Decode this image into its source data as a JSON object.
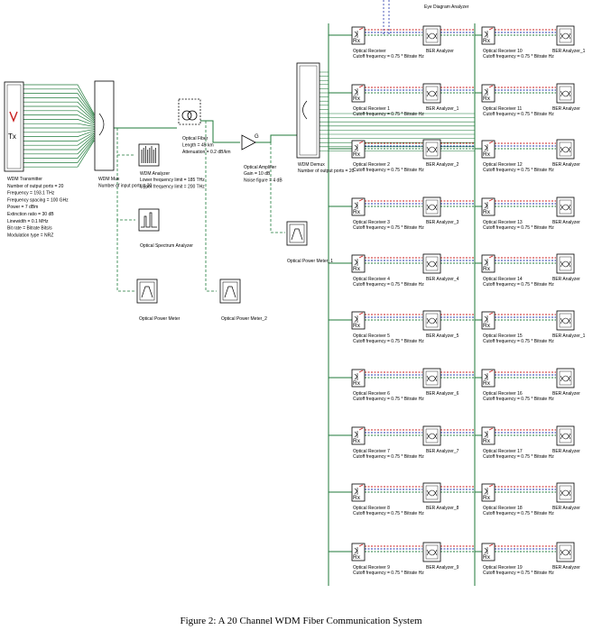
{
  "caption": "Figure  2: A 20 Channel WDM Fiber Communication System",
  "colors": {
    "signal": "#1f7a3a",
    "electrical_red": "#c81e1e",
    "electrical_blue": "#2233aa",
    "monitor": "#1f7a3a",
    "component_fill": "#ffffff",
    "component_border": "#000000"
  },
  "top_partial_label": "Eye Diagram Analyzer",
  "transmitter": {
    "icon_label": "Tx",
    "lines": [
      "WDM Transmitter",
      "Number of output ports = 20",
      "Frequency = 193.1  THz",
      "Frequency spacing = 100 GHz",
      "Power = 7  dBm",
      "Extinction ratio = 30  dB",
      "Linewidth = 0.1  MHz",
      "Bit rate = Bitrate  Bits/s",
      "Modulation type = NRZ"
    ]
  },
  "mux": {
    "lines": [
      "WDM Mux",
      "Number of input ports = 20"
    ]
  },
  "fiber": {
    "lines": [
      "Optical Fiber",
      "Length = 45  km",
      "Attenuation = 0.2  dB/km"
    ]
  },
  "amplifier": {
    "icon_label": "G",
    "lines": [
      "Optical Amplifier",
      "Gain = 10  dB",
      "Noise figure = 4  dB"
    ]
  },
  "wdm_analyzer": {
    "lines": [
      "WDM Analyzer",
      "Lower frequency limit = 185  THz",
      "Upper frequency limit = 200  THz"
    ]
  },
  "spectrum_analyzer": {
    "lines": [
      "Optical Spectrum Analyzer"
    ]
  },
  "power_meters": [
    {
      "label": "Optical Power Meter"
    },
    {
      "label": "Optical Power Meter_2"
    },
    {
      "label": "Optical Power Meter_1"
    }
  ],
  "demux": {
    "lines": [
      "WDM Demux",
      "Number of output ports = 20"
    ]
  },
  "receiver_icon": "Rx",
  "cutoff_text": "Cutoff frequency = 0.75 * Bitrate  Hz",
  "left_receivers": [
    "Optical Receiver",
    "Optical Receiver 1",
    "Optical Receiver 2",
    "Optical Receiver 3",
    "Optical Receiver 4",
    "Optical Receiver 5",
    "Optical Receiver 6",
    "Optical Receiver 7",
    "Optical Receiver 8",
    "Optical Receiver 9"
  ],
  "left_analyzers": [
    "BER Analyzer",
    "BER Analyzer_1",
    "BER Analyzer_2",
    "BER Analyzer_3",
    "BER Analyzer_4",
    "BER Analyzer_5",
    "BER Analyzer_6",
    "BER Analyzer_7",
    "BER Analyzer_8",
    "BER Analyzer_9"
  ],
  "right_receivers": [
    "Optical Receiver 10",
    "Optical Receiver 11",
    "Optical Receiver 12",
    "Optical Receiver 13",
    "Optical Receiver 14",
    "Optical Receiver 15",
    "Optical Receiver 16",
    "Optical Receiver 17",
    "Optical Receiver 18",
    "Optical Receiver 19"
  ],
  "right_analyzers": [
    "BER Analyzer_1",
    "BER Analyzer",
    "BER Analyzer",
    "BER Analyzer",
    "BER Analyzer",
    "BER Analyzer_1",
    "BER Analyzer",
    "BER Analyzer",
    "BER Analyzer",
    "BER Analyzer"
  ]
}
